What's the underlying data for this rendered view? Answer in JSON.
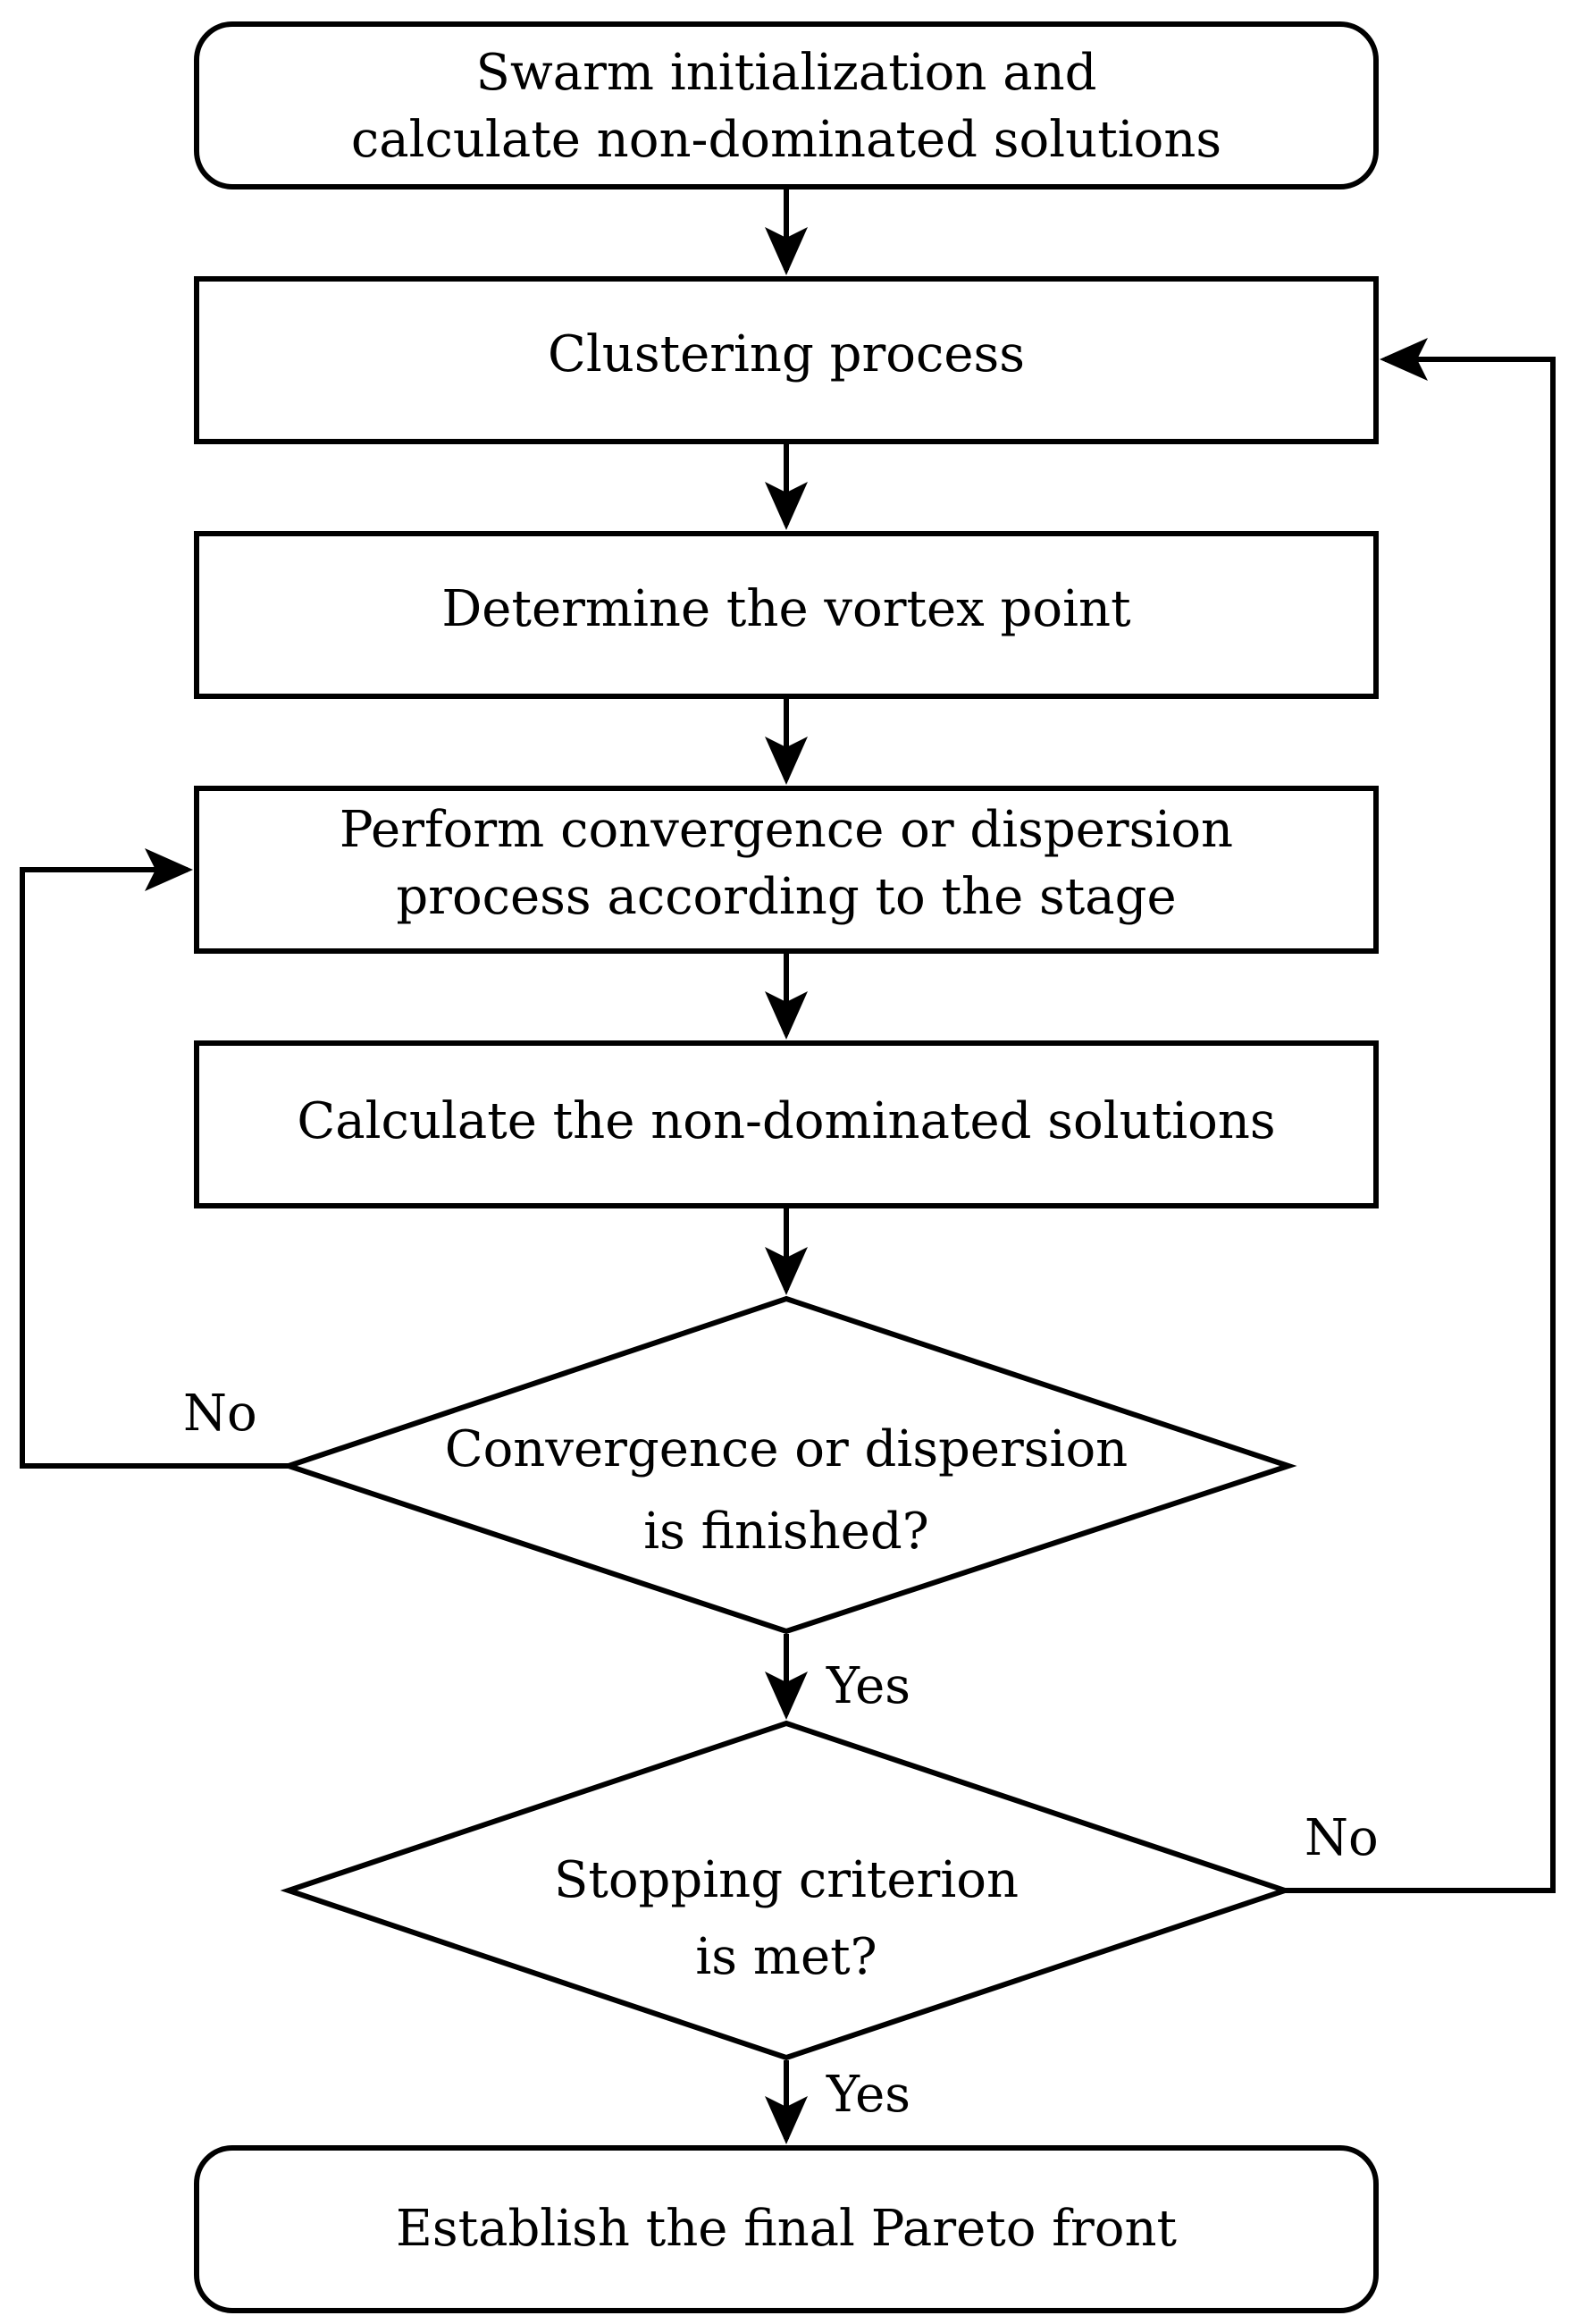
{
  "nodes": {
    "start": {
      "line1": "Swarm initialization and",
      "line2": "calculate non-dominated solutions"
    },
    "clustering": {
      "line1": "Clustering process"
    },
    "vortex": {
      "line1": "Determine the vortex point"
    },
    "perform": {
      "line1": "Perform convergence or dispersion",
      "line2": "process according to the stage"
    },
    "calculate": {
      "line1": "Calculate the non-dominated solutions"
    },
    "decision_finished": {
      "line1": "Convergence or dispersion",
      "line2": "is finished?"
    },
    "decision_stop": {
      "line1": "Stopping criterion",
      "line2": "is met?"
    },
    "end": {
      "line1": "Establish the final Pareto front"
    }
  },
  "edge_labels": {
    "finished_no": "No",
    "finished_yes": "Yes",
    "stop_no": "No",
    "stop_yes": "Yes"
  }
}
